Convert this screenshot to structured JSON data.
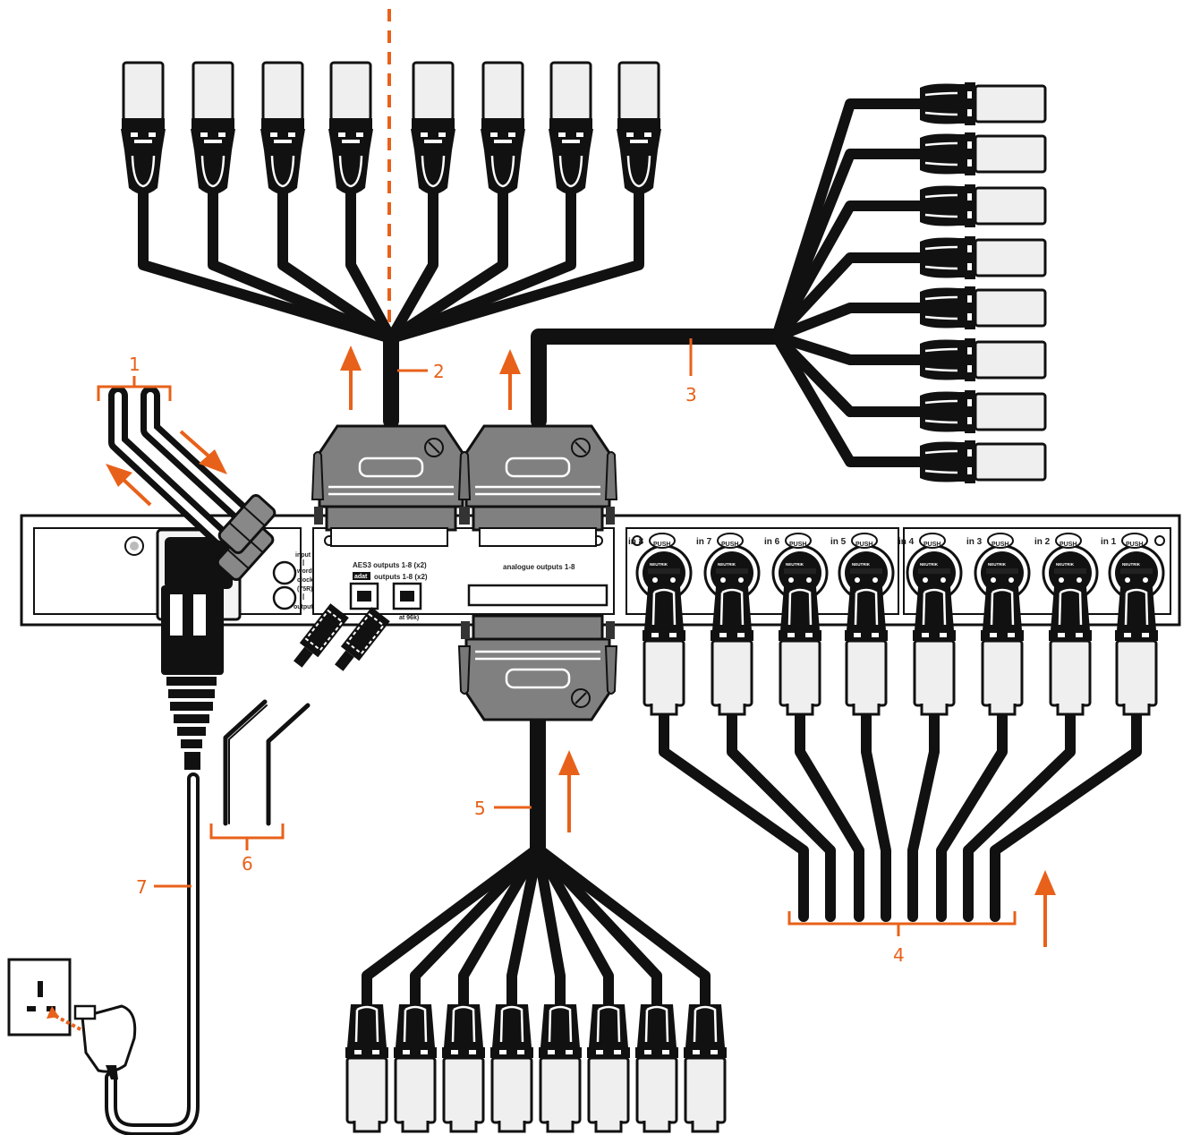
{
  "callouts": {
    "c1": "1",
    "c2": "2",
    "c3": "3",
    "c4": "4",
    "c5": "5",
    "c6": "6",
    "c7": "7"
  },
  "panel": {
    "wordclock": [
      "input",
      "word",
      "clock",
      "(75R)",
      "output"
    ],
    "aes3": "AES3 outputs 1-8 (x2)",
    "adat_badge": "adat",
    "adat": "outputs 1-8 (x2)",
    "adat_note": "at 96k)",
    "analogue": "analogue outputs 1-8",
    "inputs": [
      "in 8",
      "in 7",
      "in 6",
      "in 5",
      "in 4",
      "in 3",
      "in 2",
      "in 1"
    ],
    "push": "PUSH",
    "brand": "NEUTRIK"
  },
  "colors": {
    "accent": "#e8611a",
    "cable": "#111111",
    "connector_gray": "#808080",
    "connector_light": "#eeeeee",
    "panel": "#ffffff"
  }
}
